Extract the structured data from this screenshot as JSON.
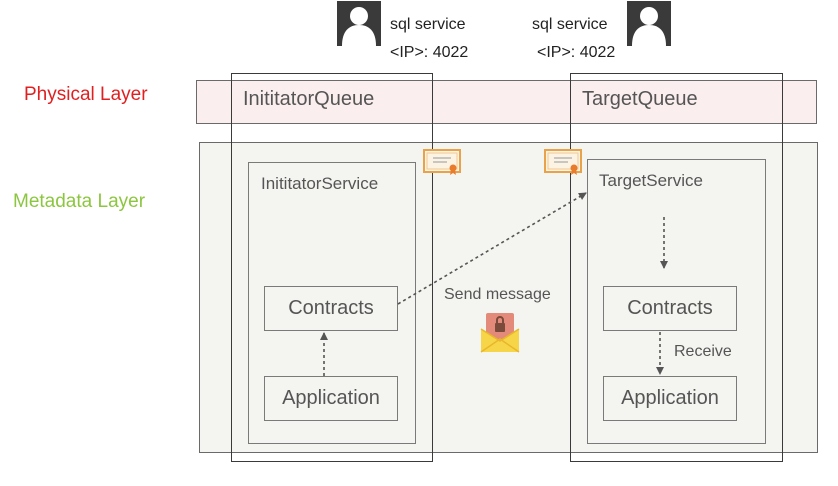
{
  "layers": {
    "physical": {
      "label": "Physical Layer",
      "color": "#e02020"
    },
    "metadata": {
      "label": "Metadata Layer",
      "color": "#8cc63f"
    }
  },
  "initiator": {
    "sql_service": "sql service",
    "endpoint": "<IP>: 4022",
    "queue": "InititatorQueue",
    "service": "InititatorService",
    "contracts": "Contracts",
    "application": "Application"
  },
  "target": {
    "sql_service": "sql service",
    "endpoint": "<IP>: 4022",
    "queue": "TargetQueue",
    "service": "TargetService",
    "contracts": "Contracts",
    "application": "Application"
  },
  "arrows": {
    "send_message": "Send message",
    "receive": "Receive"
  },
  "icons": [
    "user-icon",
    "certificate-icon",
    "locked-envelope-icon"
  ]
}
